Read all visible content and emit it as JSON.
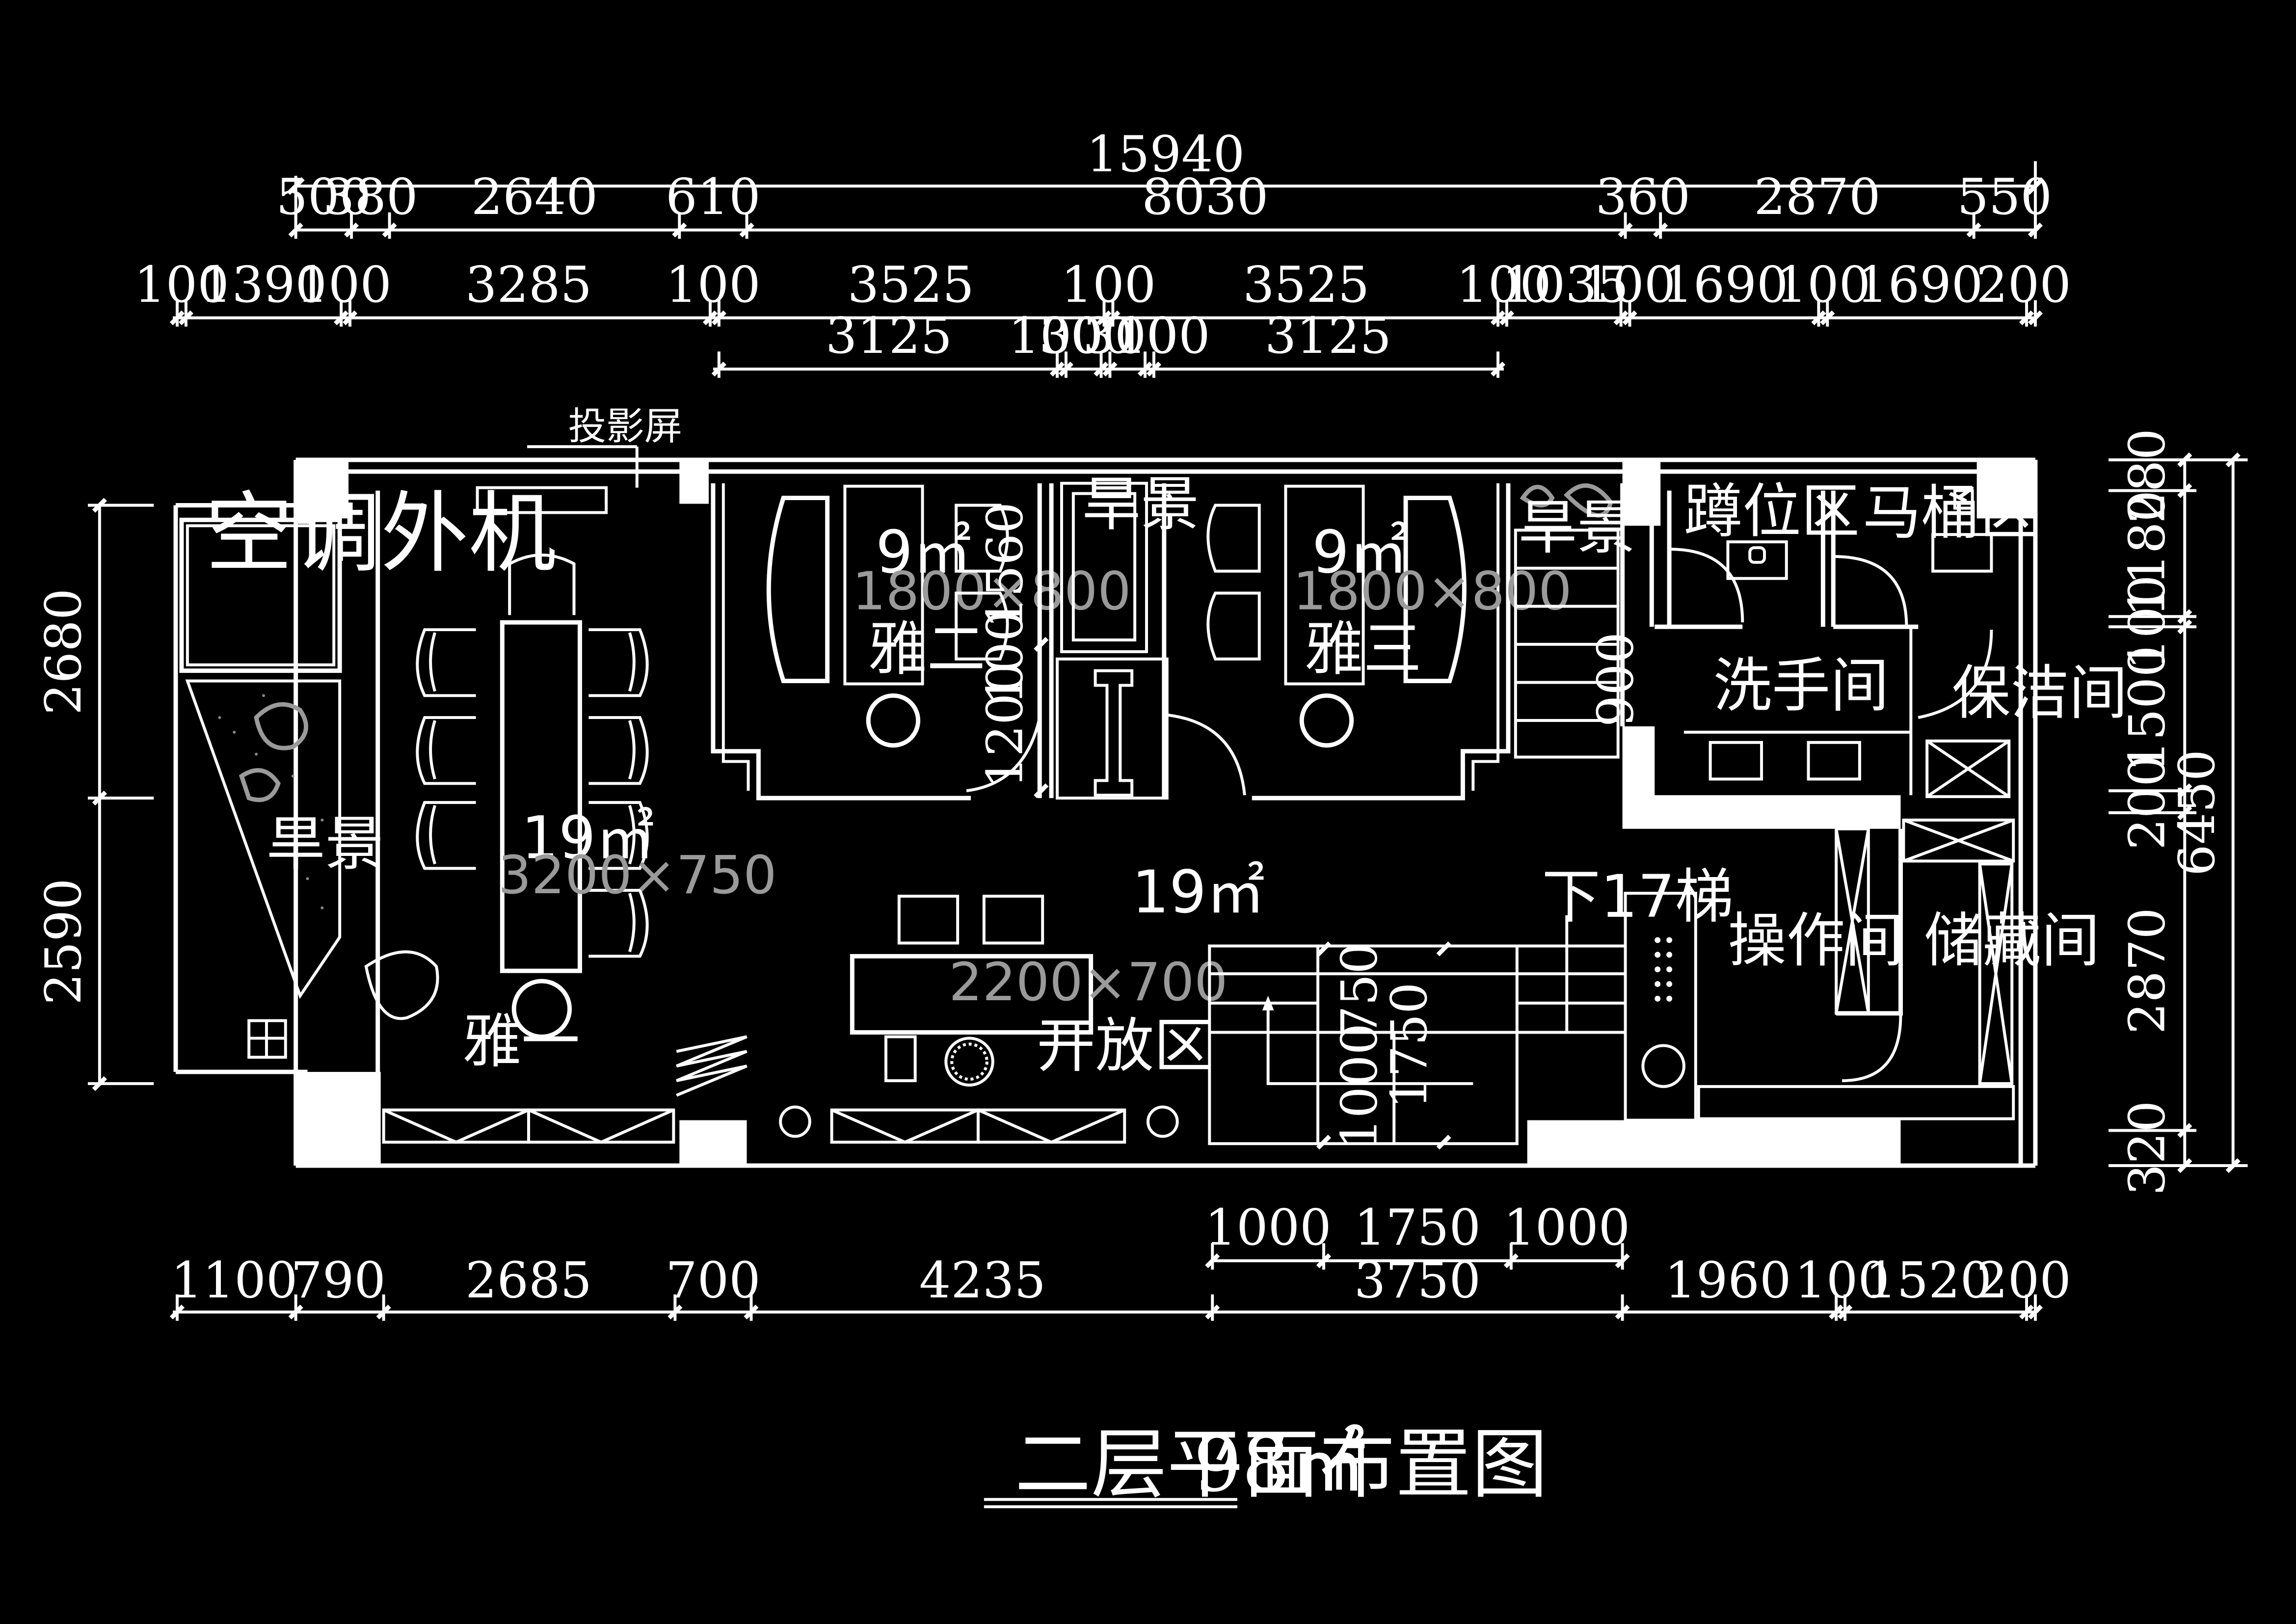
{
  "title": {
    "main": "二层平面布置图",
    "area": "98㎡"
  },
  "dims_top": {
    "overall": "15940",
    "row1": [
      "500",
      "380",
      "2640",
      "610",
      "8030",
      "360",
      "2870",
      "550"
    ],
    "row2": [
      "100",
      "1390",
      "100",
      "3285",
      "100",
      "3525",
      "100",
      "3525",
      "100",
      "1035",
      "100",
      "1690",
      "100",
      "1690",
      "200"
    ],
    "row3": [
      "3125",
      "100",
      "300",
      "300",
      "100",
      "3125"
    ]
  },
  "dims_bottom": {
    "row1": [
      "1000",
      "1750",
      "1000"
    ],
    "row2": [
      "1100",
      "790",
      "2685",
      "700",
      "4235",
      "3750",
      "1960",
      "100",
      "1520",
      "200"
    ]
  },
  "dims_left": [
    "2680",
    "2590"
  ],
  "dims_right": [
    "280",
    "1180",
    "100",
    "1500",
    "200",
    "2870",
    "320",
    "6450"
  ],
  "inner_dims": [
    "1560",
    "100",
    "1200",
    "900",
    "750",
    "1750",
    "1000"
  ],
  "rooms": {
    "ac_unit": "空调外机",
    "dry_scape_left": "旱景",
    "dry_scape_mid": "旱景",
    "dry_scape_right": "旱景",
    "projection_screen": "投影屏",
    "room1_name": "雅一",
    "room1_area": "19㎡",
    "room1_table": "3200×750",
    "room2_name": "雅二",
    "room2_area": "9㎡",
    "room2_table": "1800×800",
    "room3_name": "雅三",
    "room3_area": "9㎡",
    "room3_table": "1800×800",
    "open_area_name": "开放区",
    "open_area_area": "19㎡",
    "open_table": "2200×700",
    "stairs_down": "下17梯",
    "squat_area": "蹲位区",
    "toilet_area": "马桶区",
    "washroom": "洗手间",
    "cleaning_room": "保洁间",
    "operation_room": "操作间",
    "storage_room": "储藏间"
  }
}
